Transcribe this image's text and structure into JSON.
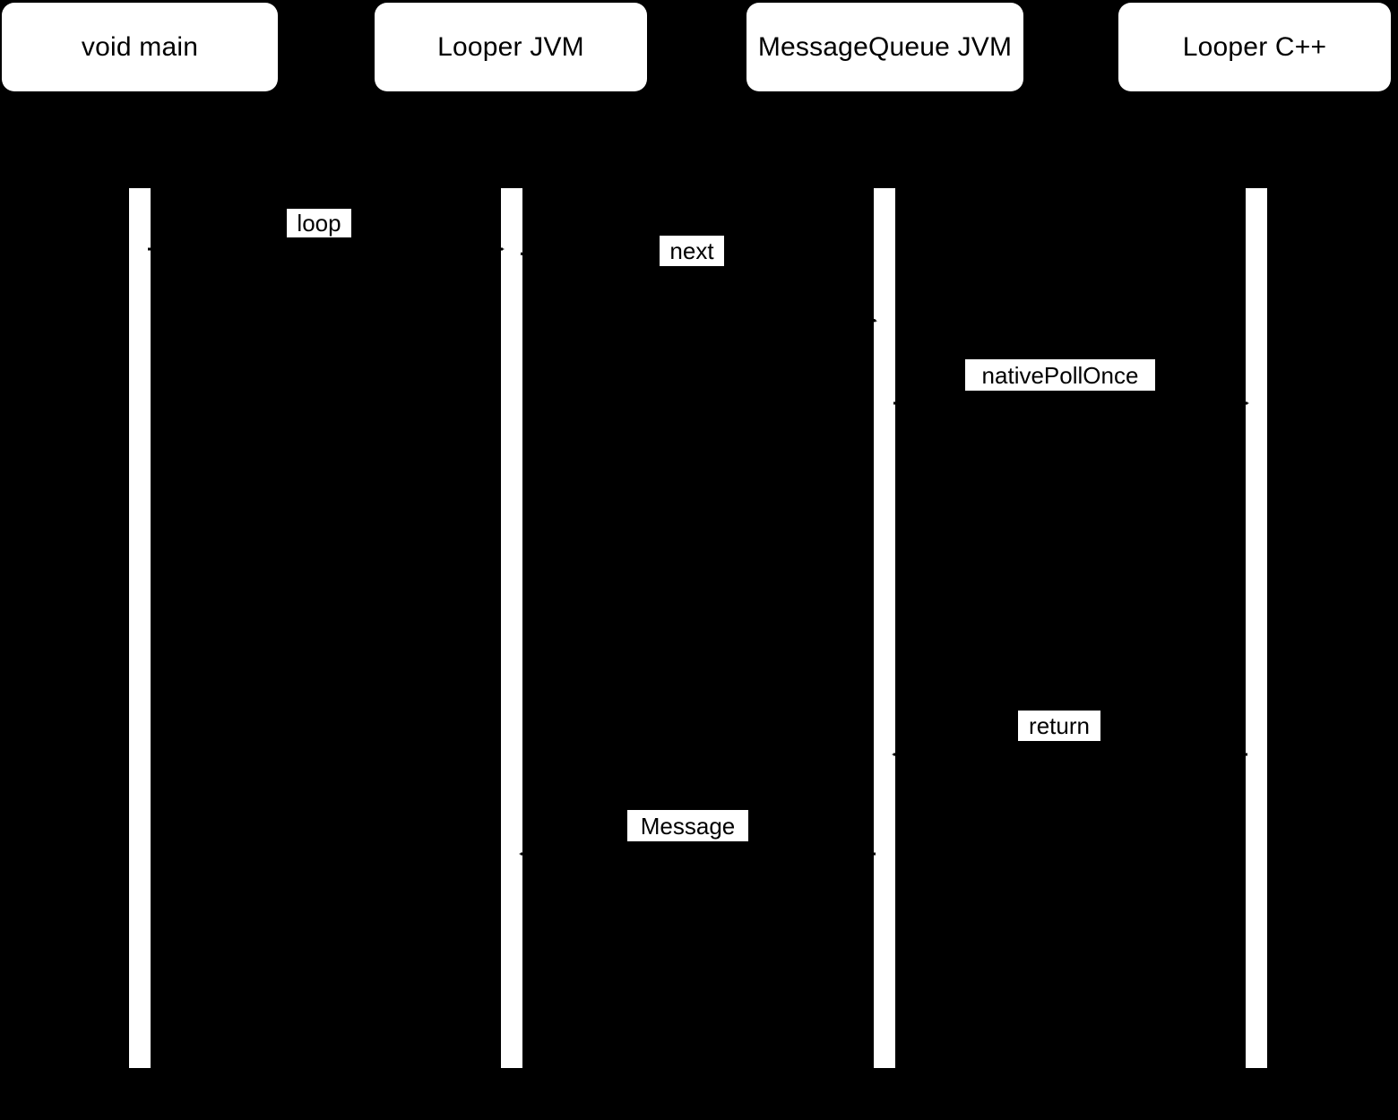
{
  "diagram": {
    "kind": "sequence-diagram",
    "participants": [
      {
        "id": "void-main",
        "label": "void main"
      },
      {
        "id": "looper-jvm",
        "label": "Looper JVM"
      },
      {
        "id": "messagequeue-jvm",
        "label": "MessageQueue JVM"
      },
      {
        "id": "looper-cpp",
        "label": "Looper C++"
      }
    ],
    "messages": [
      {
        "id": "loop",
        "label": "loop",
        "between": [
          "void main",
          "Looper JVM"
        ]
      },
      {
        "id": "next",
        "label": "next",
        "between": [
          "Looper JVM",
          "MessageQueue JVM"
        ]
      },
      {
        "id": "nativePollOnce",
        "label": "nativePollOnce",
        "between": [
          "MessageQueue JVM",
          "Looper C++"
        ]
      },
      {
        "id": "return",
        "label": "return",
        "between": [
          "Looper C++",
          "MessageQueue JVM"
        ]
      },
      {
        "id": "Message",
        "label": "Message",
        "between": [
          "MessageQueue JVM",
          "Looper JVM"
        ]
      }
    ],
    "colors": {
      "background": "#000000",
      "node_fill": "#ffffff",
      "node_text": "#000000",
      "label_fill": "#ffffff",
      "label_text": "#000000",
      "lifeline_fill": "#ffffff",
      "arrow_stroke": "#000000"
    }
  }
}
